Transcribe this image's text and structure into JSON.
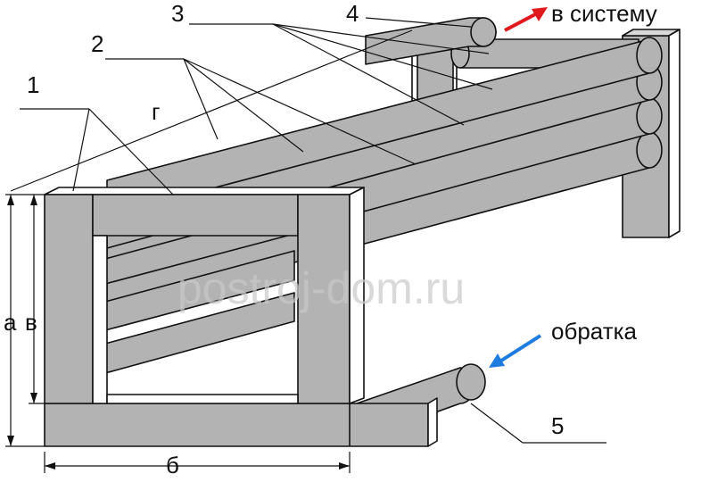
{
  "diagram": {
    "labels": {
      "part_1": "1",
      "part_2": "2",
      "part_3": "3",
      "part_4": "4",
      "part_5": "5",
      "dim_a": "а",
      "dim_b": "б",
      "dim_v": "в",
      "dim_g": "г",
      "to_system": "в систему",
      "return_flow": "обратка"
    },
    "watermark": "postroj-dom.ru",
    "colors": {
      "frame_fill": "#b3b3b3",
      "pipe_fill": "#b3b3b3",
      "outline": "#111111",
      "to_system_arrow": "#e0191d",
      "return_arrow": "#1e7be0",
      "watermark": "#c9c9c9"
    }
  }
}
